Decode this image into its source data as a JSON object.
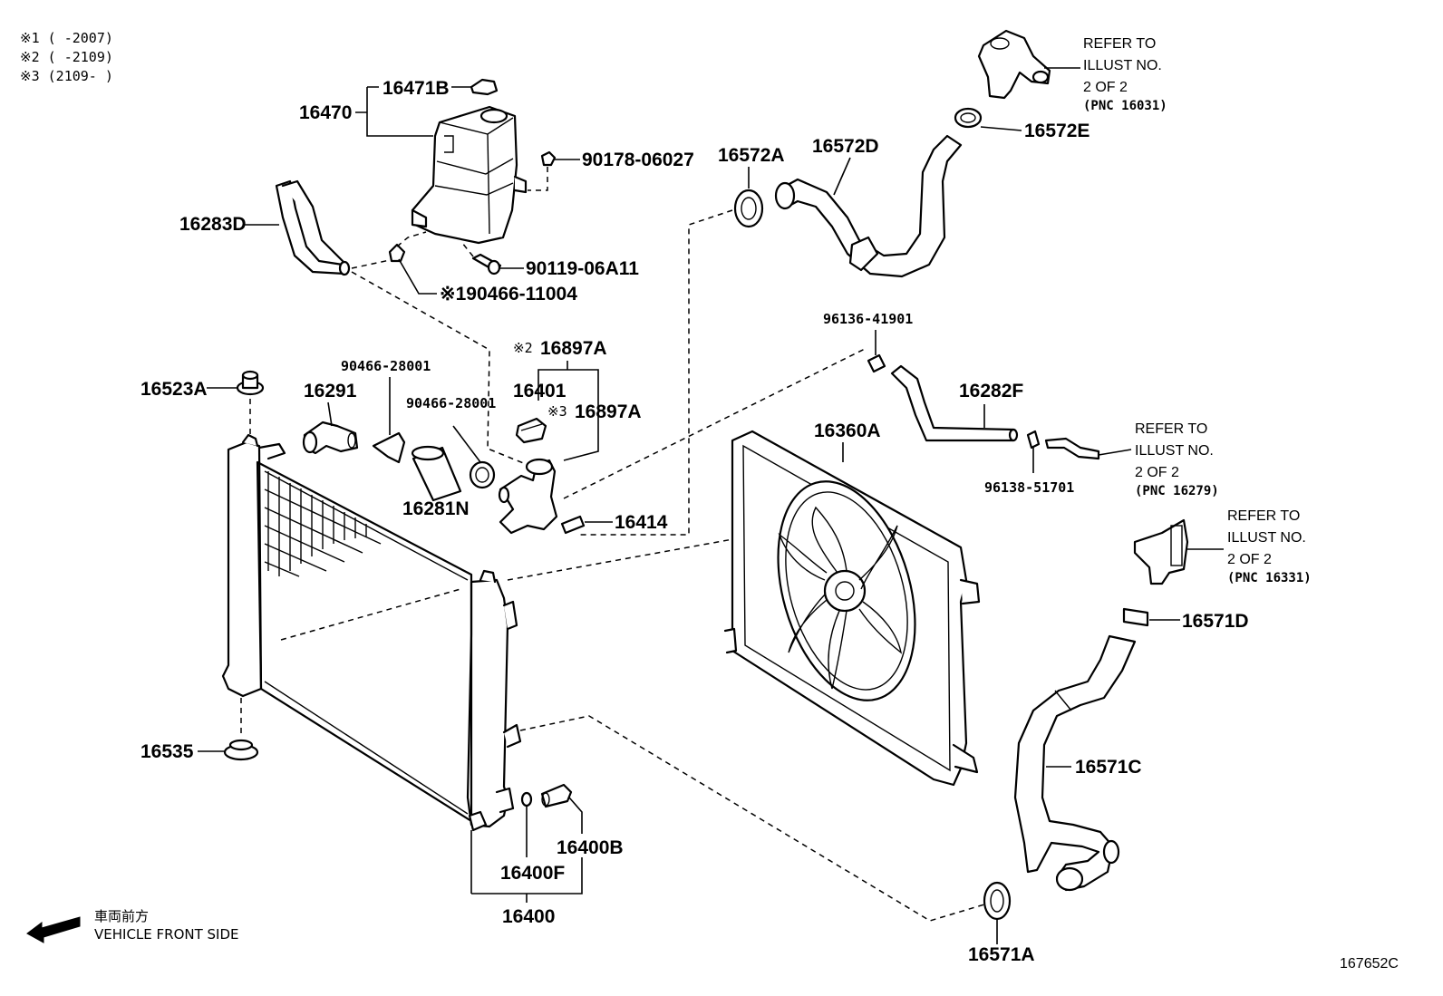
{
  "notes": [
    "※1 (      -2007)",
    "※2 (      -2109)",
    "※3 (2109-      )"
  ],
  "parts": {
    "p16471B": "16471B",
    "p16470": "16470",
    "p90178": "90178-06027",
    "p16283D": "16283D",
    "p90119": "90119-06A11",
    "p90466_11004": "※190466-11004",
    "p16572A": "16572A",
    "p16572D": "16572D",
    "p16572E": "16572E",
    "p16897A_2": "16897A",
    "p16897A_3": "16897A",
    "mark2": "※2",
    "mark3": "※3",
    "p16401": "16401",
    "p90466_28001a": "90466-28001",
    "p90466_28001b": "90466-28001",
    "p16523A": "16523A",
    "p16291": "16291",
    "p16281N": "16281N",
    "p16414": "16414",
    "p96136": "96136-41901",
    "p16282F": "16282F",
    "p96138": "96138-51701",
    "p16360A": "16360A",
    "p16571D": "16571D",
    "p16571C": "16571C",
    "p16571A": "16571A",
    "p16535": "16535",
    "p16400B": "16400B",
    "p16400F": "16400F",
    "p16400": "16400"
  },
  "refs": [
    {
      "line1": "REFER TO",
      "line2": "ILLUST NO.",
      "line3": "2 OF 2",
      "line4": "(PNC 16031)"
    },
    {
      "line1": "REFER TO",
      "line2": "ILLUST NO.",
      "line3": "2 OF 2",
      "line4": "(PNC 16279)"
    },
    {
      "line1": "REFER TO",
      "line2": "ILLUST NO.",
      "line3": "2 OF 2",
      "line4": "(PNC 16331)"
    }
  ],
  "direction": {
    "jp": "車両前方",
    "en": "VEHICLE FRONT SIDE"
  },
  "illustration_id": "167652C"
}
